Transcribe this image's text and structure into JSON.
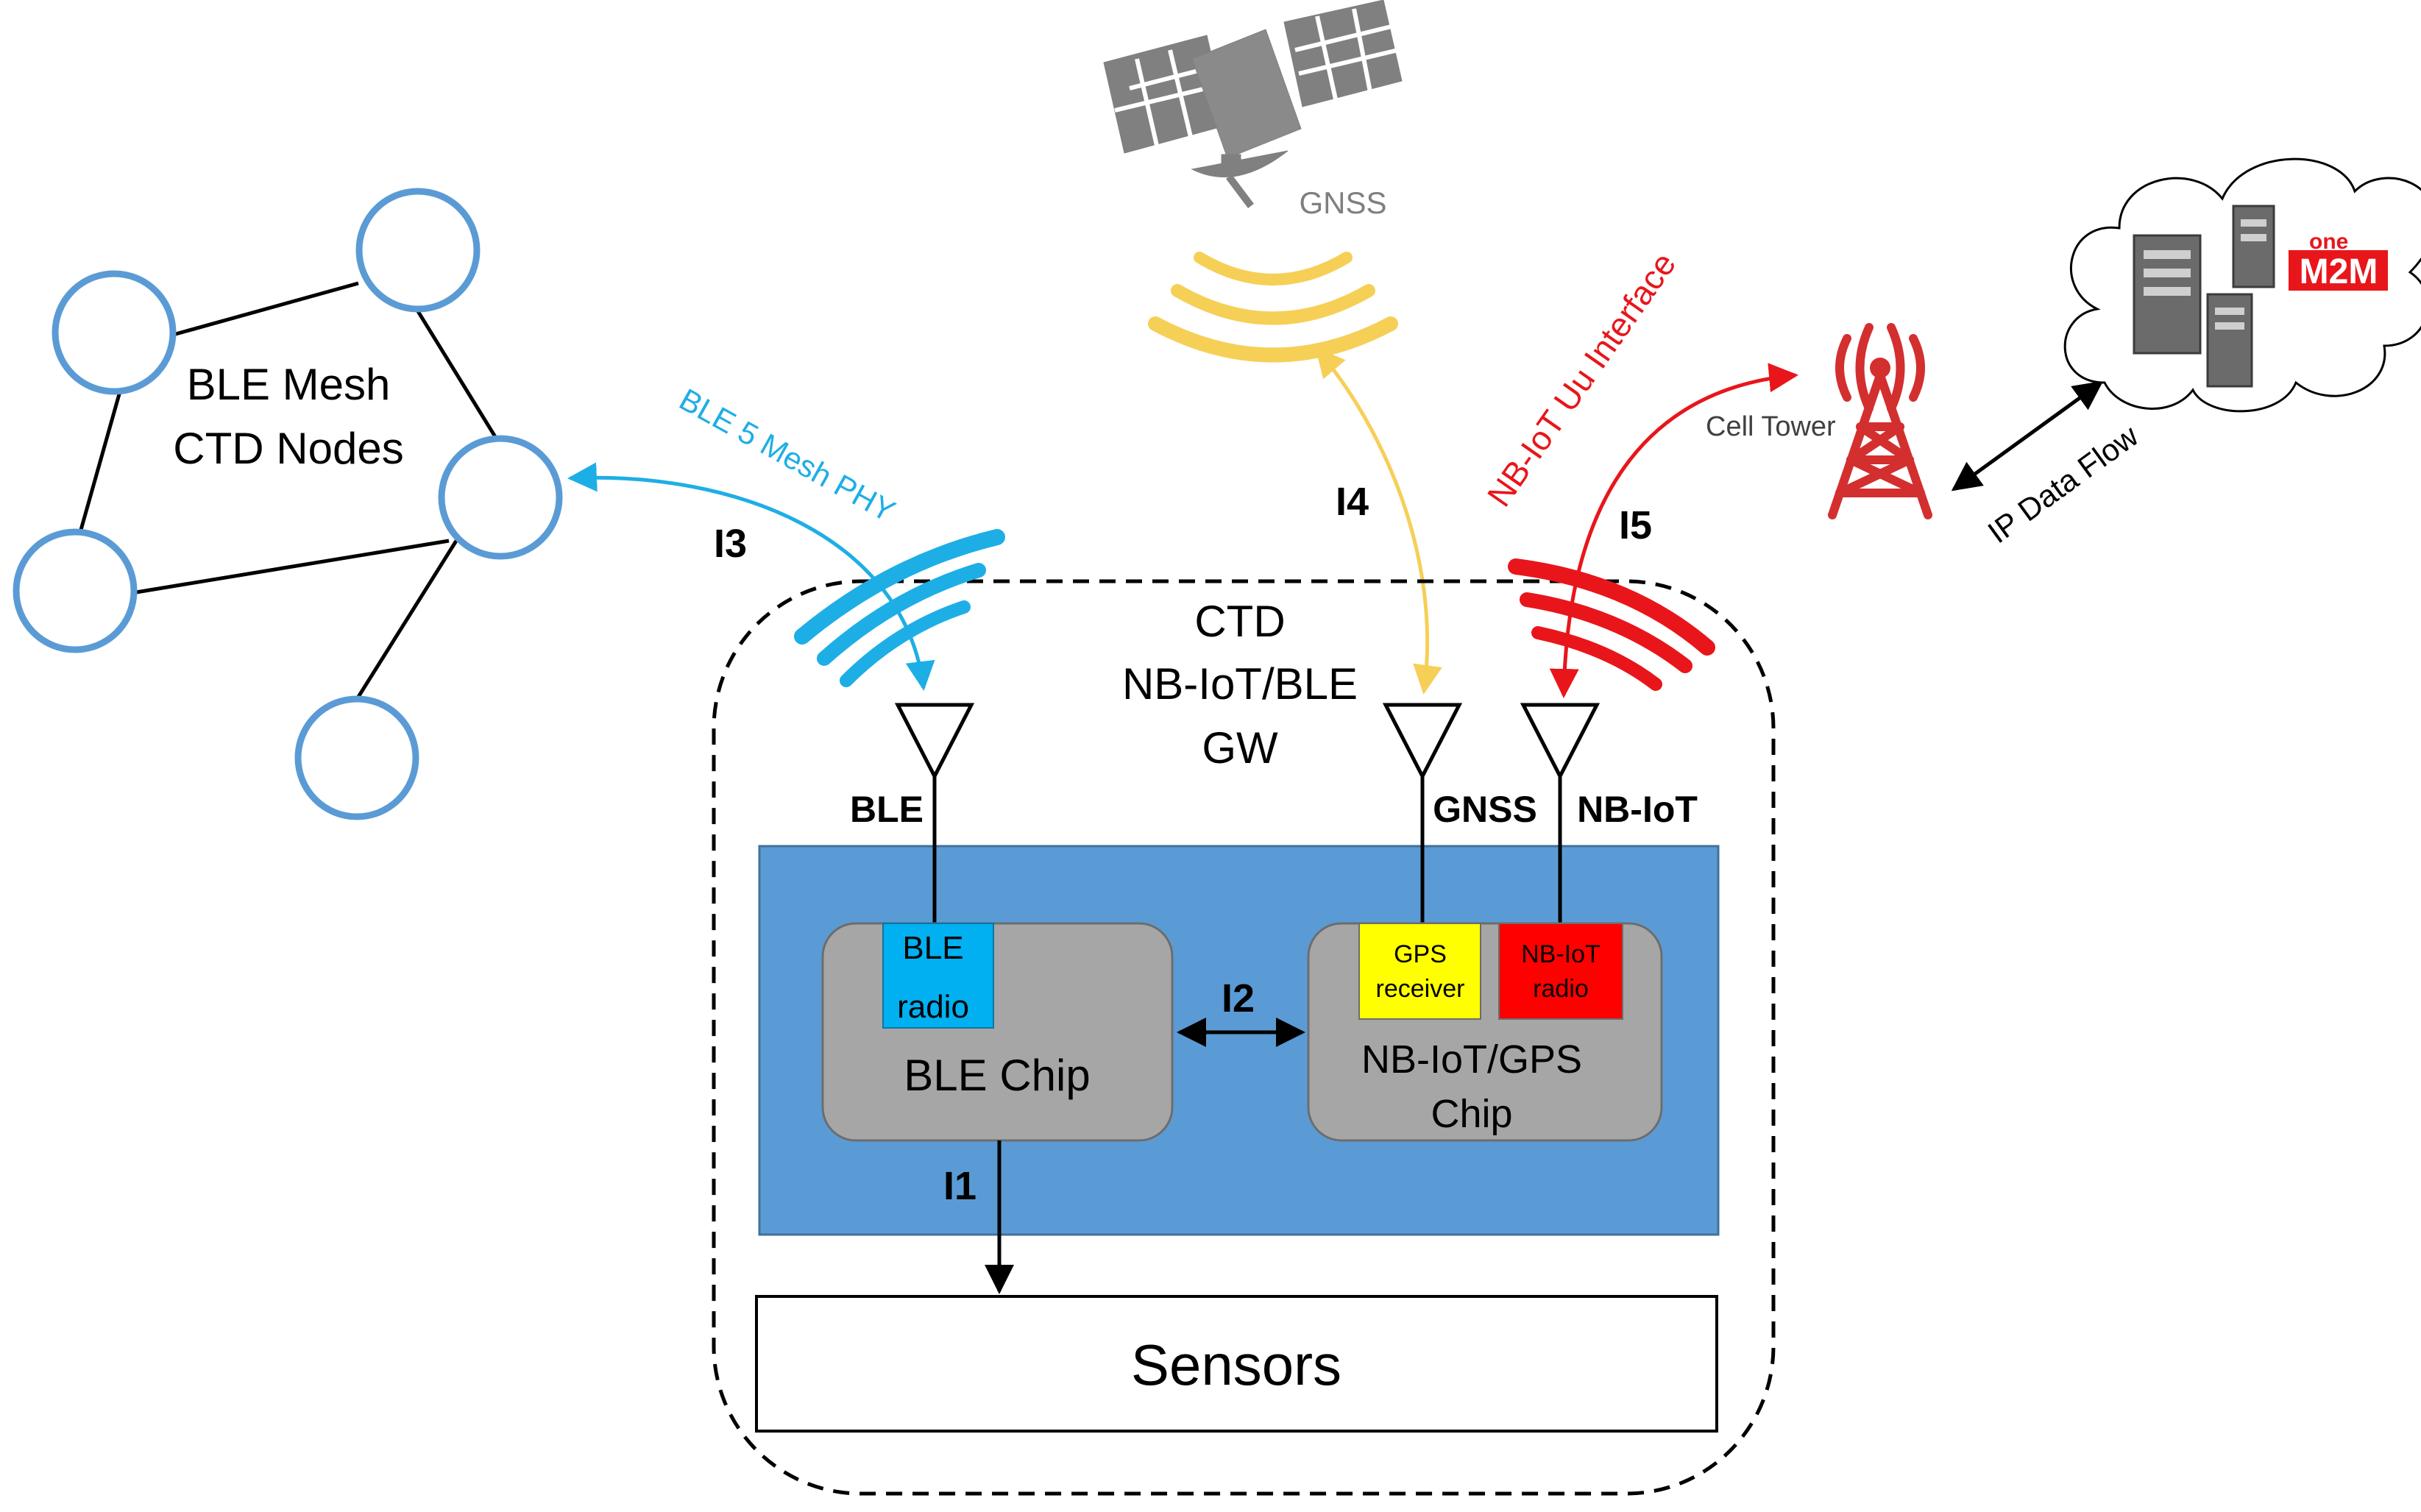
{
  "mesh": {
    "label_line1": "BLE Mesh",
    "label_line2": "CTD Nodes"
  },
  "links": {
    "ble": {
      "label": "BLE 5 Mesh PHY",
      "id": "I3"
    },
    "gnss": {
      "id": "I4"
    },
    "nbiot": {
      "label": "NB-IoT Uu Interface",
      "id": "I5"
    },
    "ip": {
      "label": "IP Data Flow"
    }
  },
  "satellite": {
    "label": "GNSS"
  },
  "tower": {
    "label": "Cell Tower"
  },
  "cloud": {
    "logo_line1": "one",
    "logo_line2": "M2M"
  },
  "gateway": {
    "title_line1": "CTD",
    "title_line2": "NB-IoT/BLE",
    "title_line3": "GW",
    "antenna_ble": "BLE",
    "antenna_gnss": "GNSS",
    "antenna_nbiot": "NB-IoT",
    "ble_chip": {
      "label": "BLE Chip",
      "radio_line1": "BLE",
      "radio_line2": "radio"
    },
    "nb_chip": {
      "label_line1": "NB-IoT/GPS",
      "label_line2": "Chip",
      "gps_line1": "GPS",
      "gps_line2": "receiver",
      "nb_line1": "NB-IoT",
      "nb_line2": "radio"
    },
    "i2": "I2",
    "i1": "I1",
    "sensors": "Sensors"
  },
  "colors": {
    "mesh": "#5b9bd5",
    "ble": "#1eaee6",
    "gnss": "#f6cf57",
    "nbiot": "#e8161b",
    "board": "#5b9bd5",
    "chip": "#a6a6a6",
    "gps": "#ffff00",
    "nbradio": "#ff0000"
  }
}
